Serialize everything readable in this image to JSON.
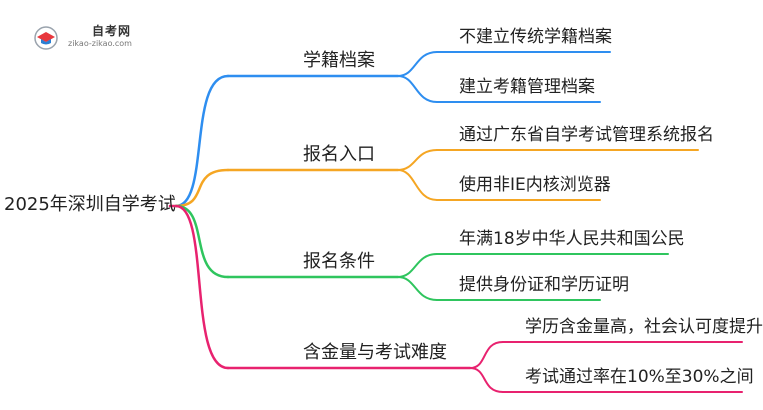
{
  "logo": {
    "title": "自考网",
    "url": "zikao-zikao.com",
    "icon": "graduation-cap-icon",
    "colors": {
      "red": "#e8373d",
      "blue": "#2a7fd4",
      "gray": "#9aa3ad"
    }
  },
  "root": {
    "label": "2025年深圳自学考试"
  },
  "branches": [
    {
      "label": "学籍档案",
      "color": "#2e8ef0",
      "children": [
        "不建立传统学籍档案",
        "建立考籍管理档案"
      ]
    },
    {
      "label": "报名入口",
      "color": "#f5a623",
      "children": [
        "通过广东省自学考试管理系统报名",
        "使用非IE内核浏览器"
      ]
    },
    {
      "label": "报名条件",
      "color": "#2fc55e",
      "children": [
        "年满18岁中华人民共和国公民",
        "提供身份证和学历证明"
      ]
    },
    {
      "label": "含金量与考试难度",
      "color": "#e8226f",
      "children": [
        "学历含金量高，社会认可度提升",
        "考试通过率在10%至30%之间"
      ]
    }
  ]
}
